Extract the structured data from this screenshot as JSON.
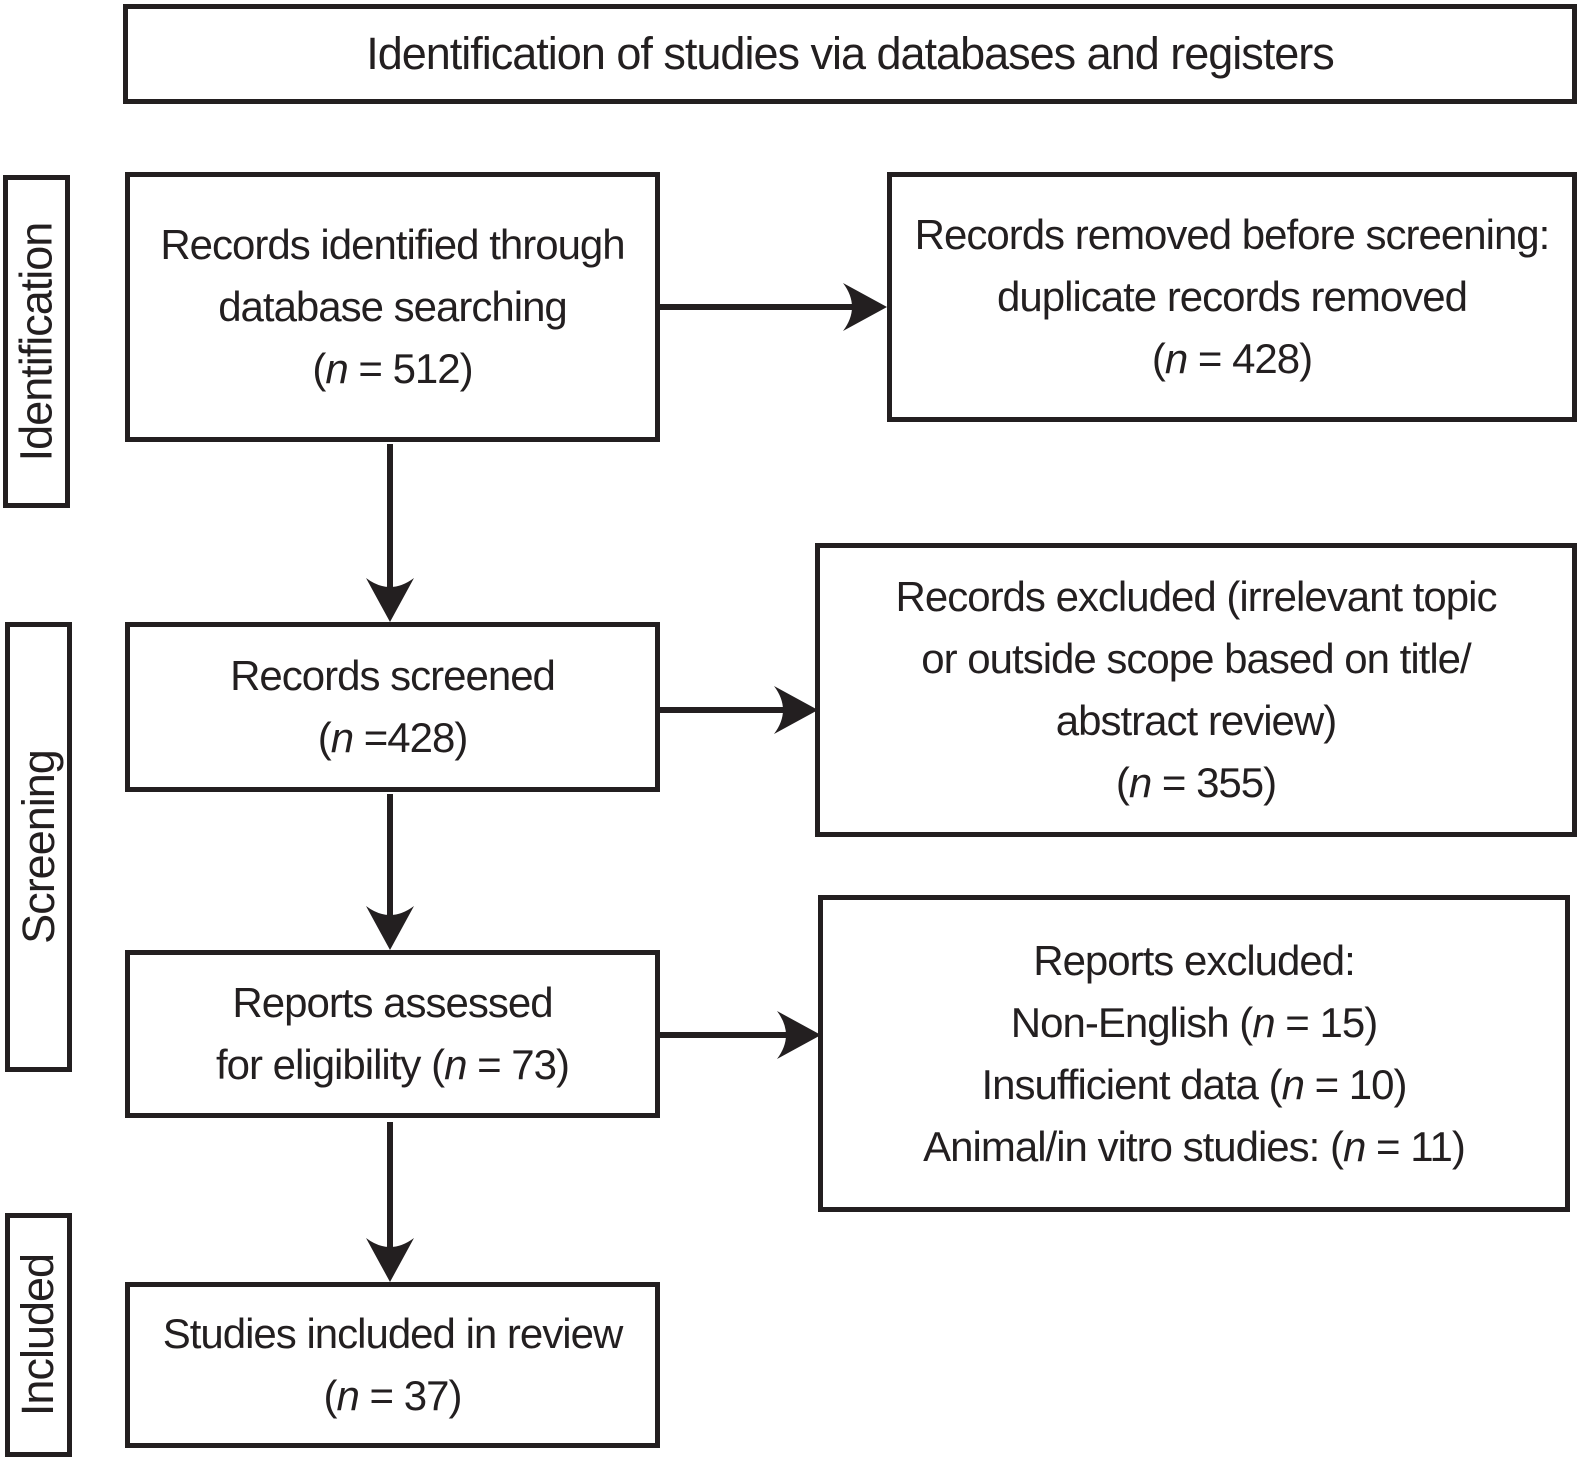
{
  "diagram": {
    "title": "Identification of studies via databases and registers",
    "stage_labels": [
      {
        "label": "Identification"
      },
      {
        "label": "Screening"
      },
      {
        "label": "Included"
      }
    ],
    "boxes": {
      "identified": {
        "lines": [
          "Records identified through",
          "database searching",
          "(n = 512)"
        ],
        "n": 512
      },
      "removed_before_screening": {
        "lines": [
          "Records removed before screening:",
          "duplicate records removed",
          "(n = 428)"
        ],
        "n": 428
      },
      "screened": {
        "lines": [
          "Records screened",
          "(n =428)"
        ],
        "n": 428
      },
      "records_excluded": {
        "lines": [
          "Records excluded (irrelevant topic",
          "or outside scope based on title/",
          "abstract review)",
          "(n = 355)"
        ],
        "n": 355
      },
      "assessed_for_eligibility": {
        "lines": [
          "Reports assessed",
          "for eligibility (n = 73)"
        ],
        "n": 73
      },
      "reports_excluded": {
        "lines": [
          "Reports excluded:",
          "Non-English (n = 15)",
          "Insufficient data (n = 10)",
          "Animal/in vitro studies: (n = 11)"
        ],
        "n_non_english": 15,
        "n_insufficient_data": 10,
        "n_animal_in_vitro": 11
      },
      "included_in_review": {
        "lines": [
          "Studies included in review",
          "(n = 37)"
        ],
        "n": 37
      }
    },
    "colors": {
      "ink": "#231f20",
      "background": "#ffffff"
    }
  }
}
